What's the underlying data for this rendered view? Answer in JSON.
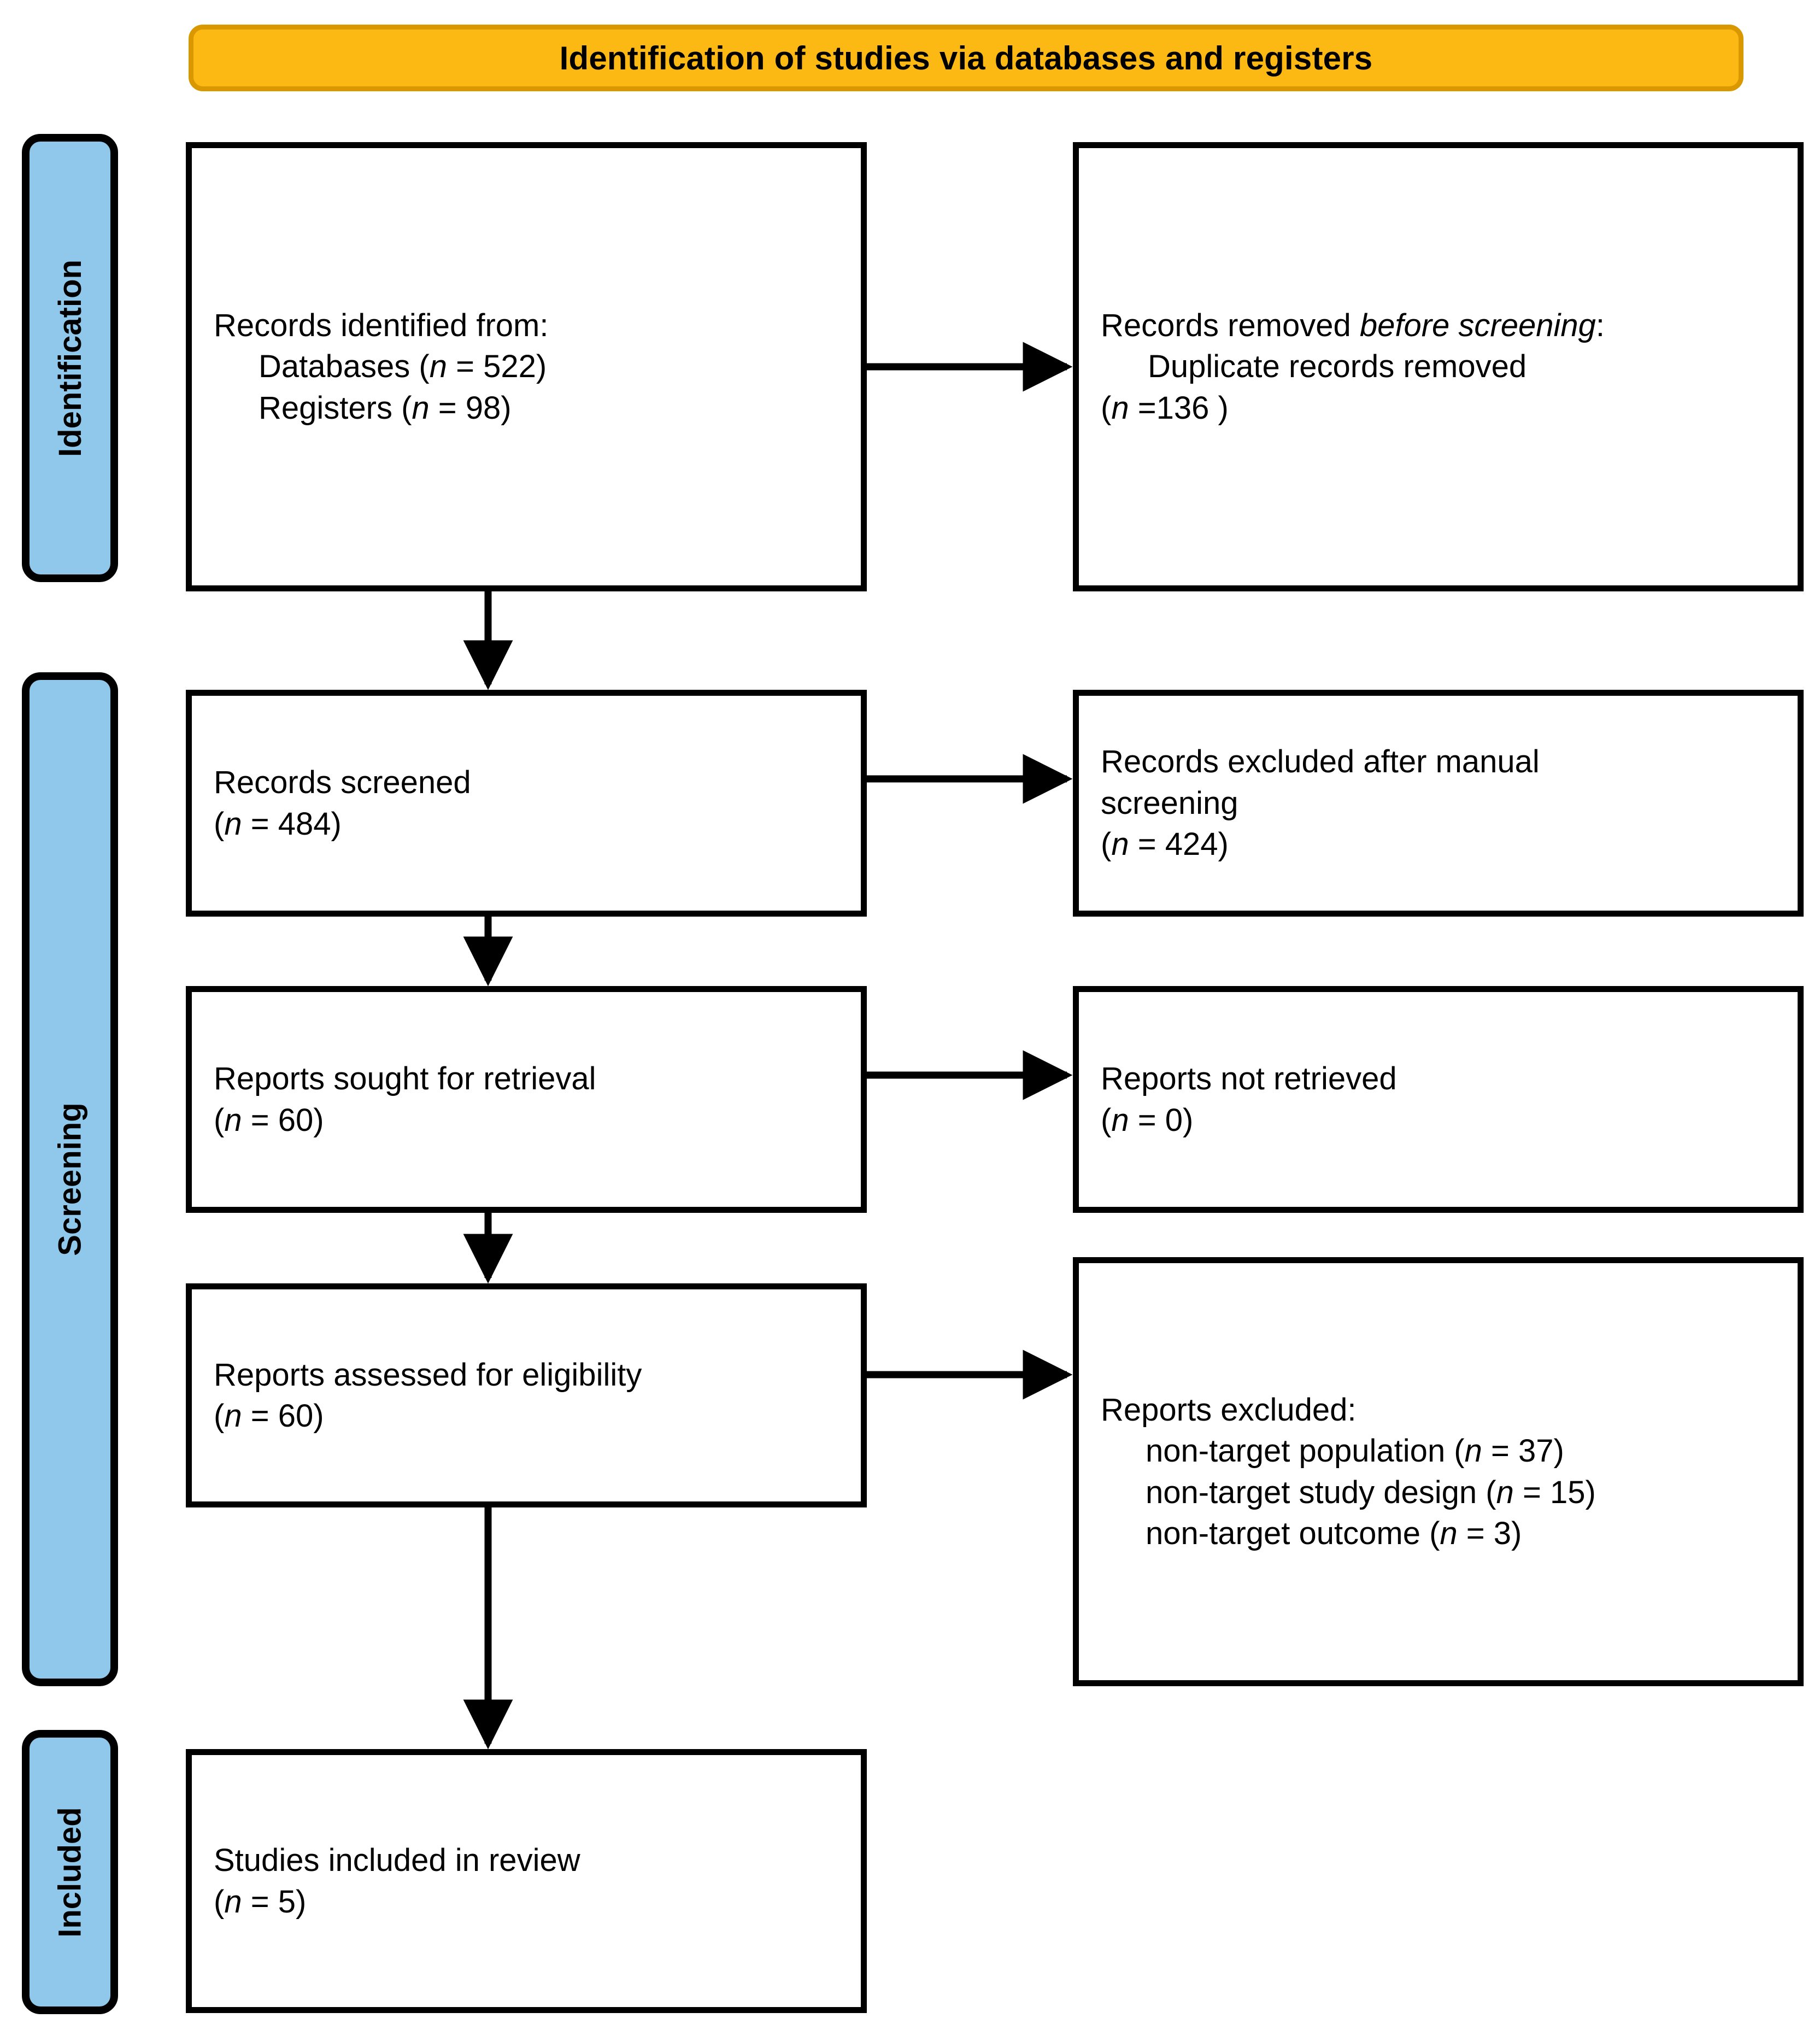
{
  "banner": {
    "title": "Identification of studies via databases and registers"
  },
  "phases": [
    {
      "id": "identification",
      "label": "Identification"
    },
    {
      "id": "screening",
      "label": "Screening"
    },
    {
      "id": "included",
      "label": "Included"
    }
  ],
  "boxes": {
    "identified": {
      "line1": "Records identified from:",
      "line2_pre": "Databases (",
      "line2_n": "n",
      "line2_post": " = 522)",
      "line3_pre": "Registers (",
      "line3_n": "n",
      "line3_post": " = 98)"
    },
    "removed": {
      "line1_pre": "Records removed ",
      "line1_em": "before screening",
      "line1_post": ":",
      "line2": "Duplicate records removed",
      "line3_pre": "(",
      "line3_n": "n",
      "line3_post": " =136 )"
    },
    "screened": {
      "line1": "Records screened",
      "line2_pre": "(",
      "line2_n": "n",
      "line2_post": " = 484)"
    },
    "excluded_manual": {
      "line1": "Records excluded after manual",
      "line2": "screening",
      "line3_pre": "(",
      "line3_n": "n",
      "line3_post": " = 424)"
    },
    "sought": {
      "line1": "Reports sought for retrieval",
      "line2_pre": "(",
      "line2_n": "n",
      "line2_post": " = 60)"
    },
    "not_retrieved": {
      "line1": "Reports not retrieved",
      "line2_pre": "(",
      "line2_n": "n",
      "line2_post": " = 0)"
    },
    "assessed": {
      "line1": "Reports assessed for eligibility",
      "line2_pre": "(",
      "line2_n": "n",
      "line2_post": " = 60)"
    },
    "reports_excluded": {
      "line1": "Reports excluded:",
      "line2_pre": "non-target population (",
      "line2_n": "n",
      "line2_post": " = 37)",
      "line3_pre": "non-target study design (",
      "line3_n": "n",
      "line3_post": " = 15)",
      "line4_pre": "non-target outcome (",
      "line4_n": "n",
      "line4_post": " = 3)"
    },
    "included": {
      "line1": "Studies included in review",
      "line2_pre": "(",
      "line2_n": "n",
      "line2_post": " = 5)"
    }
  },
  "counts": {
    "databases": 522,
    "registers": 98,
    "duplicates_removed": 136,
    "records_screened": 484,
    "records_excluded_manual": 424,
    "reports_sought": 60,
    "reports_not_retrieved": 0,
    "reports_assessed": 60,
    "excluded_non_target_population": 37,
    "excluded_non_target_study_design": 15,
    "excluded_non_target_outcome": 3,
    "studies_included": 5
  },
  "colors": {
    "banner_fill": "#FDB913",
    "banner_border": "#D99800",
    "phase_fill": "#8FC8EA",
    "line": "#000000",
    "box_fill": "#FFFFFF"
  }
}
